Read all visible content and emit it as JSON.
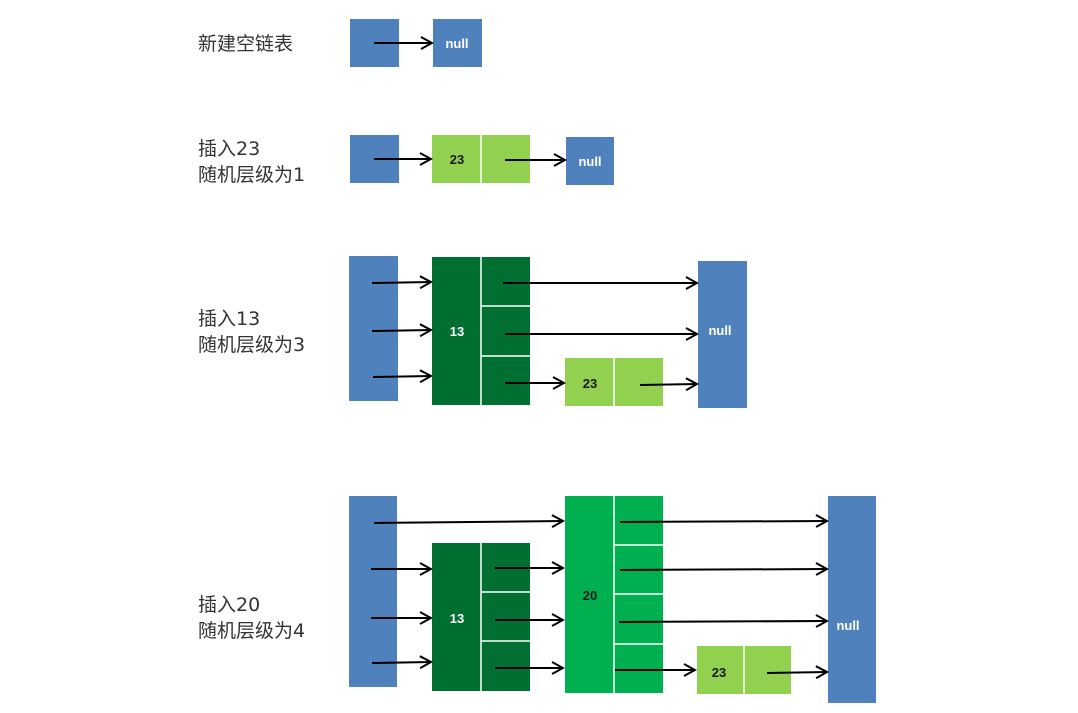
{
  "colors": {
    "head": "#4f81bd",
    "null_node": "#4f81bd",
    "node_23": "#92d050",
    "node_13": "#006f31",
    "node_20": "#00b050",
    "arrow": "#000000",
    "divider": "#ffffff"
  },
  "steps": [
    {
      "title": "新建空链表",
      "subtitle": "",
      "nodes": [],
      "null_label": "null"
    },
    {
      "title": "插入23",
      "subtitle": "随机层级为1",
      "nodes": [
        {
          "value": "23",
          "level": 1
        }
      ],
      "null_label": "null"
    },
    {
      "title": "插入13",
      "subtitle": "随机层级为3",
      "nodes": [
        {
          "value": "13",
          "level": 3
        },
        {
          "value": "23",
          "level": 1
        }
      ],
      "null_label": "null"
    },
    {
      "title": "插入20",
      "subtitle": "随机层级为4",
      "nodes": [
        {
          "value": "13",
          "level": 3
        },
        {
          "value": "20",
          "level": 4
        },
        {
          "value": "23",
          "level": 1
        }
      ],
      "null_label": "null"
    }
  ]
}
